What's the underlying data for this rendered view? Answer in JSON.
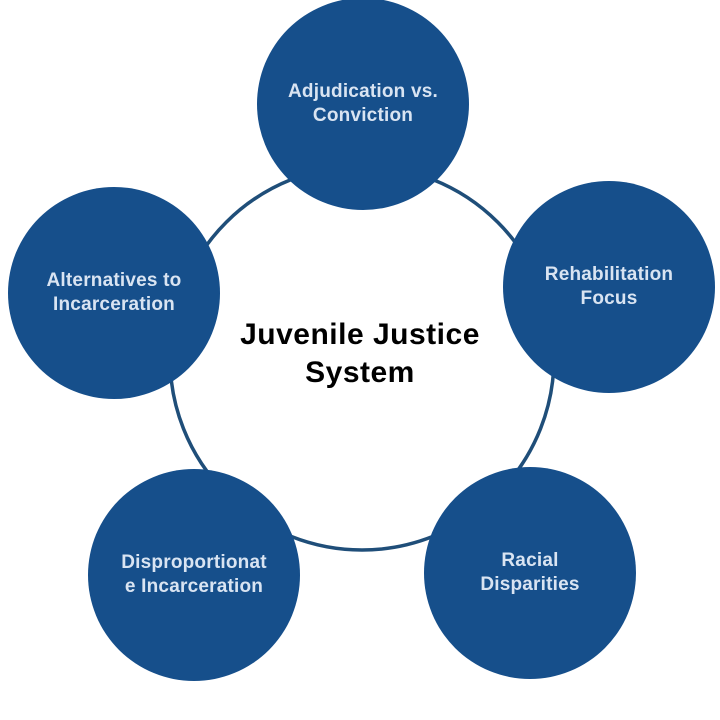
{
  "diagram": {
    "title": {
      "line1": "Juvenile Justice",
      "line2": "System"
    },
    "colors": {
      "background": "#ffffff",
      "circle_fill": "#164f8b",
      "circle_text": "#d9e4f2",
      "ring_stroke": "#1f4e79",
      "title_text": "#000000"
    },
    "nodes": [
      {
        "id": "adjudication-vs-conviction",
        "line1": "Adjudication vs.",
        "line2": "Conviction"
      },
      {
        "id": "rehabilitation-focus",
        "line1": "Rehabilitation",
        "line2": "Focus"
      },
      {
        "id": "racial-disparities",
        "line1": "Racial",
        "line2": "Disparities"
      },
      {
        "id": "disproportionate-incarceration",
        "line1": "Disproportionat",
        "line2": "e Incarceration"
      },
      {
        "id": "alternatives-to-incarceration",
        "line1": "Alternatives to",
        "line2": "Incarceration"
      }
    ]
  }
}
